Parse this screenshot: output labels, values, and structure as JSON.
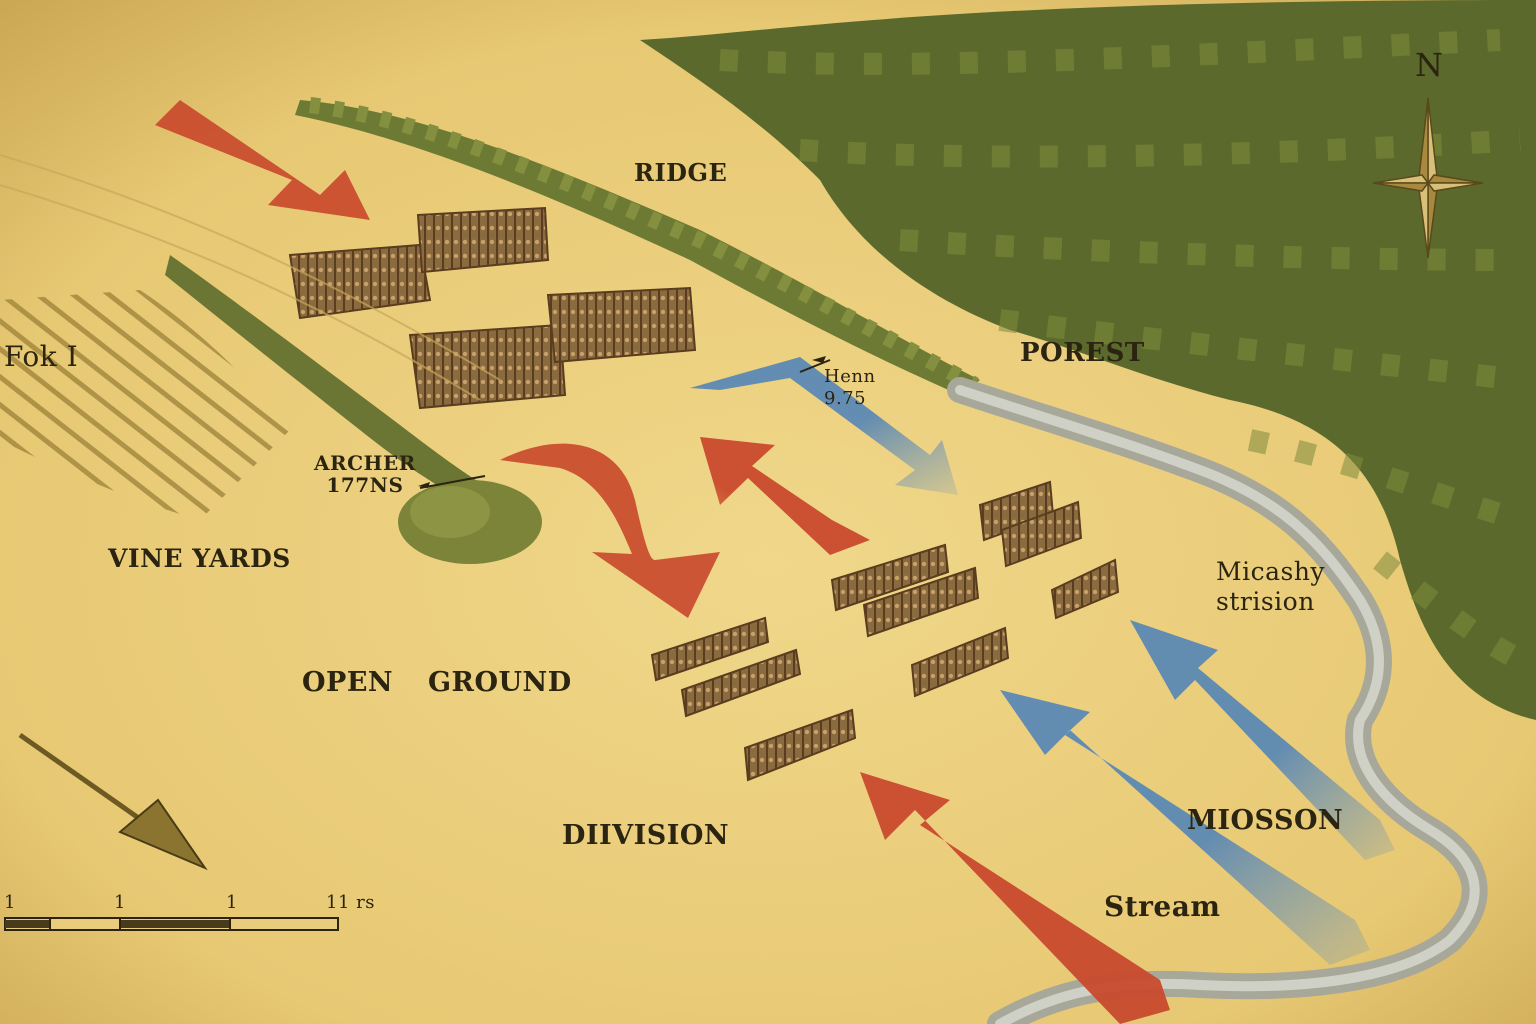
{
  "map": {
    "labels": {
      "ridge": "RIDGE",
      "forest": "POREST",
      "vineyards": "VINE YARDS",
      "open": "OPEN",
      "ground": "GROUND",
      "division": "DIIVISION",
      "mission": "MIOSSON",
      "stream": "Stream",
      "micashy_line1": "Micashy",
      "micashy_line2": "strision",
      "archer_line1": "ARCHER",
      "archer_line2": "177NS",
      "henn_line1": "Henn",
      "henn_line2": "9.75",
      "edge_label": "Fok I"
    },
    "compass": {
      "north": "N"
    },
    "scale_bar": {
      "ticks": [
        "1",
        "1",
        "1",
        "11 rs"
      ]
    },
    "colors": {
      "parchment": "#e9cd7c",
      "red_arrow": "#c94a2e",
      "blue_arrow": "#5c89b4",
      "forest": "#5b6a2c",
      "stream": "#b9bcb1"
    }
  }
}
